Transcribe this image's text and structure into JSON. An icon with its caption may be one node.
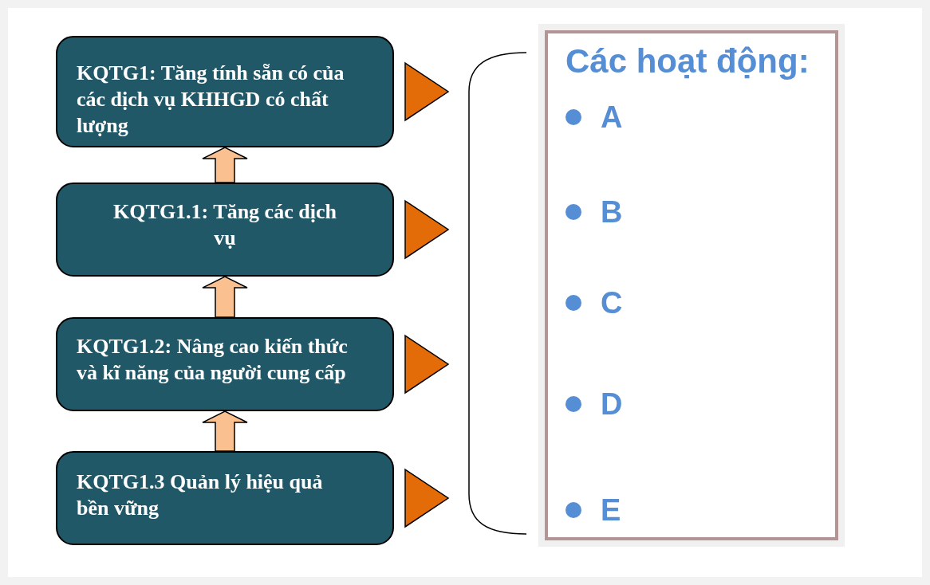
{
  "diagram": {
    "nodes": [
      {
        "text": [
          "KQTG1: Tăng tính sẵn có của các dịch vụ KHHGD có chất lượng"
        ]
      },
      {
        "text": [
          "KQTG1.1: Tăng các dịch vụ"
        ]
      },
      {
        "text": [
          "KQTG1.2: Nâng cao kiến thức và kĩ năng của người cung cấp"
        ]
      },
      {
        "text": [
          "KQTG1.3 Quản lý hiệu quả bền vững"
        ]
      },
      {
        "text": [
          "Các hoạt động:",
          "A",
          "B",
          "C",
          "D",
          "E"
        ]
      }
    ],
    "edges": [
      {
        "from": 1,
        "to": 0,
        "arrow": "to",
        "style": "thick",
        "color": "#fac090"
      },
      {
        "from": 2,
        "to": 1,
        "arrow": "to",
        "style": "thick",
        "color": "#fac090"
      },
      {
        "from": 3,
        "to": 2,
        "arrow": "to",
        "style": "thick",
        "color": "#fac090"
      }
    ]
  }
}
